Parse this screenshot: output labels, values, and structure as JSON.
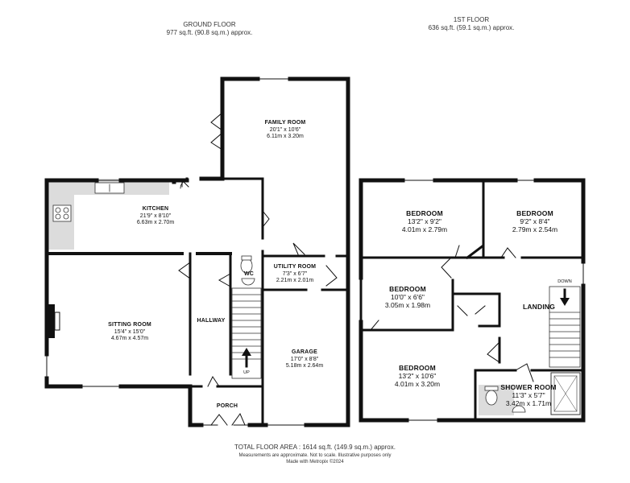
{
  "ground_floor": {
    "title": "GROUND FLOOR",
    "area": "977 sq.ft. (90.8 sq.m.) approx.",
    "rooms": {
      "family_room": {
        "name": "FAMILY ROOM",
        "imperial": "20'1\" x 10'6\"",
        "metric": "6.11m x 3.20m"
      },
      "kitchen": {
        "name": "KITCHEN",
        "imperial": "21'9\" x 8'10\"",
        "metric": "6.63m x 2.70m"
      },
      "sitting_room": {
        "name": "SITTING ROOM",
        "imperial": "15'4\" x 15'0\"",
        "metric": "4.67m x 4.57m"
      },
      "utility_room": {
        "name": "UTILITY ROOM",
        "imperial": "7'3\" x 6'7\"",
        "metric": "2.21m x 2.01m"
      },
      "garage": {
        "name": "GARAGE",
        "imperial": "17'0\" x 8'8\"",
        "metric": "5.18m x 2.64m"
      },
      "hallway": {
        "name": "HALLWAY"
      },
      "wc": {
        "name": "WC"
      },
      "porch": {
        "name": "PORCH"
      },
      "stairs_up": "UP"
    }
  },
  "first_floor": {
    "title": "1ST FLOOR",
    "area": "636 sq.ft. (59.1 sq.m.) approx.",
    "rooms": {
      "bedroom_1": {
        "name": "BEDROOM",
        "imperial": "13'2\" x 9'2\"",
        "metric": "4.01m x 2.79m"
      },
      "bedroom_2": {
        "name": "BEDROOM",
        "imperial": "9'2\" x 8'4\"",
        "metric": "2.79m x 2.54m"
      },
      "bedroom_3": {
        "name": "BEDROOM",
        "imperial": "10'0\" x 6'6\"",
        "metric": "3.05m x 1.98m"
      },
      "bedroom_4": {
        "name": "BEDROOM",
        "imperial": "13'2\" x 10'6\"",
        "metric": "4.01m x 3.20m"
      },
      "shower_room": {
        "name": "SHOWER ROOM",
        "imperial": "11'3\" x 5'7\"",
        "metric": "3.42m x 1.71m"
      },
      "landing": {
        "name": "LANDING"
      },
      "stairs_down": "DOWN"
    }
  },
  "footer": {
    "total": "TOTAL FLOOR AREA : 1614 sq.ft. (149.9 sq.m.) approx.",
    "disclaimer": "Measurements are approximate.  Not to scale.  Illustrative purposes only",
    "credit": "Made with Metropix ©2024"
  },
  "colors": {
    "wall": "#111111",
    "fixture": "#dcdcdc",
    "line": "#333333"
  }
}
